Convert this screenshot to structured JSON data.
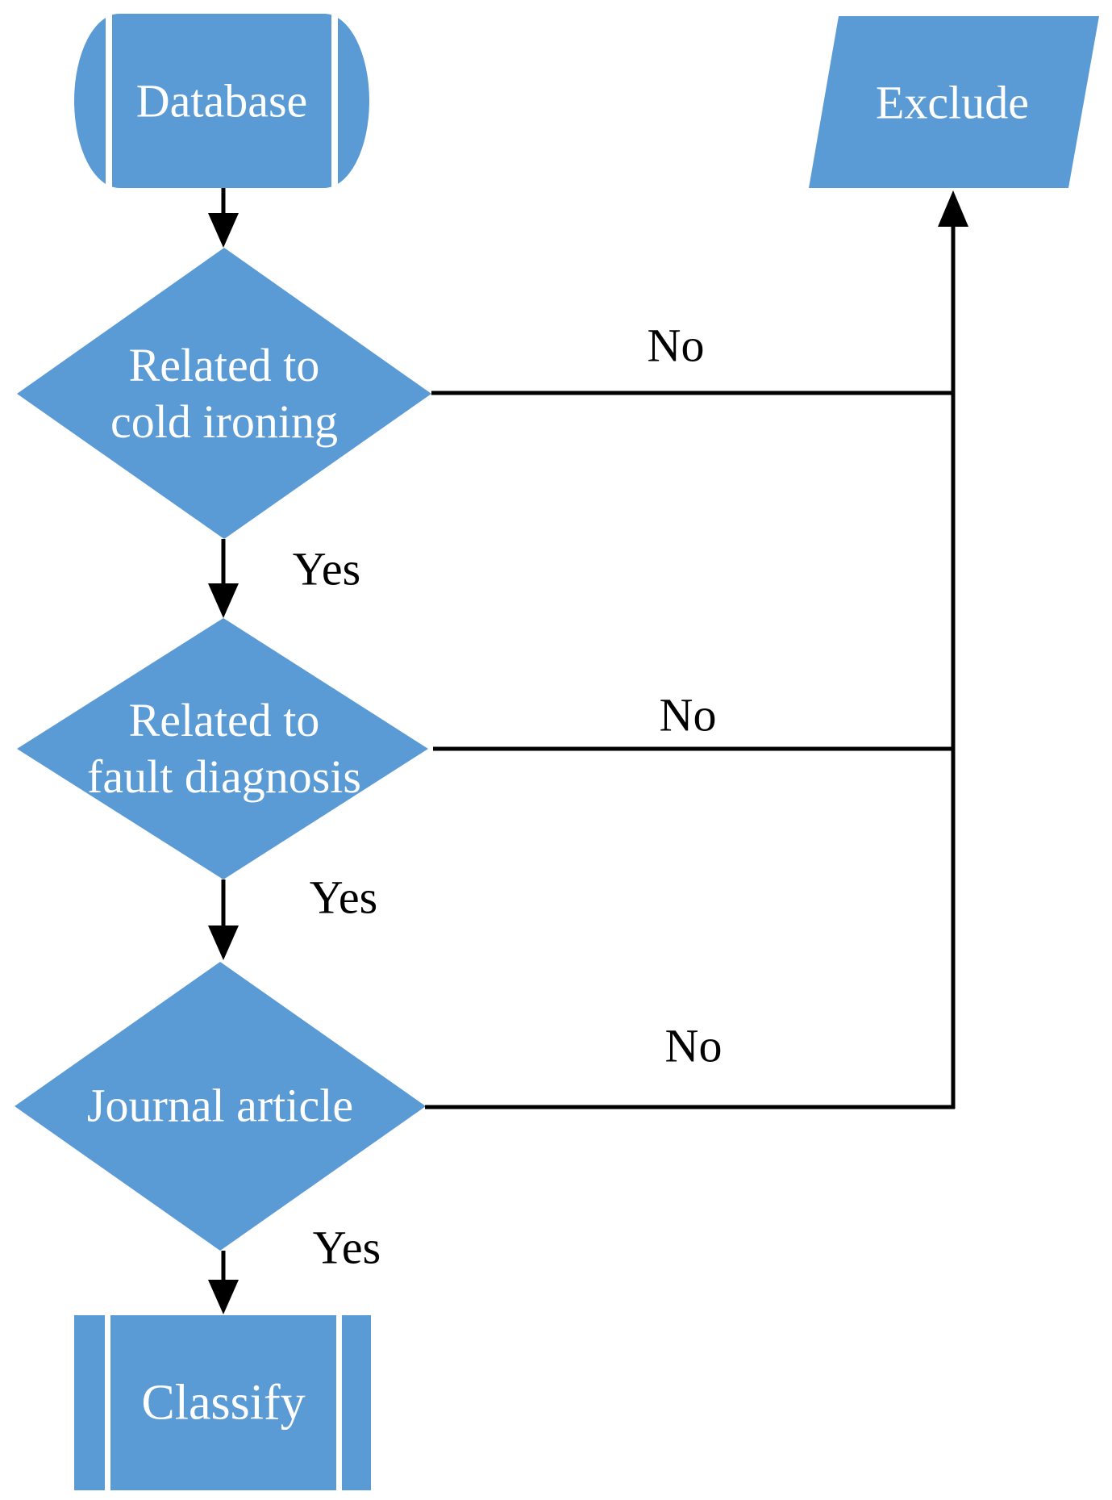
{
  "colors": {
    "node_fill": "#5B9BD5",
    "node_text": "#FFFFFF",
    "connector": "#000000",
    "edge_label_text": "#000000",
    "background": "#FFFFFF"
  },
  "nodes": {
    "database": {
      "label": "Database",
      "shape": "stored-data-drum"
    },
    "exclude": {
      "label": "Exclude",
      "shape": "parallelogram"
    },
    "decision_cold_ironing": {
      "line1": "Related to",
      "line2": "cold ironing",
      "shape": "diamond"
    },
    "decision_fault_diagnosis": {
      "line1": "Related to",
      "line2": "fault diagnosis",
      "shape": "diamond"
    },
    "decision_journal_article": {
      "label": "Journal article",
      "shape": "diamond"
    },
    "classify": {
      "label": "Classify",
      "shape": "predefined-process"
    }
  },
  "edge_labels": {
    "yes1": "Yes",
    "yes2": "Yes",
    "yes3": "Yes",
    "no1": "No",
    "no2": "No",
    "no3": "No"
  }
}
